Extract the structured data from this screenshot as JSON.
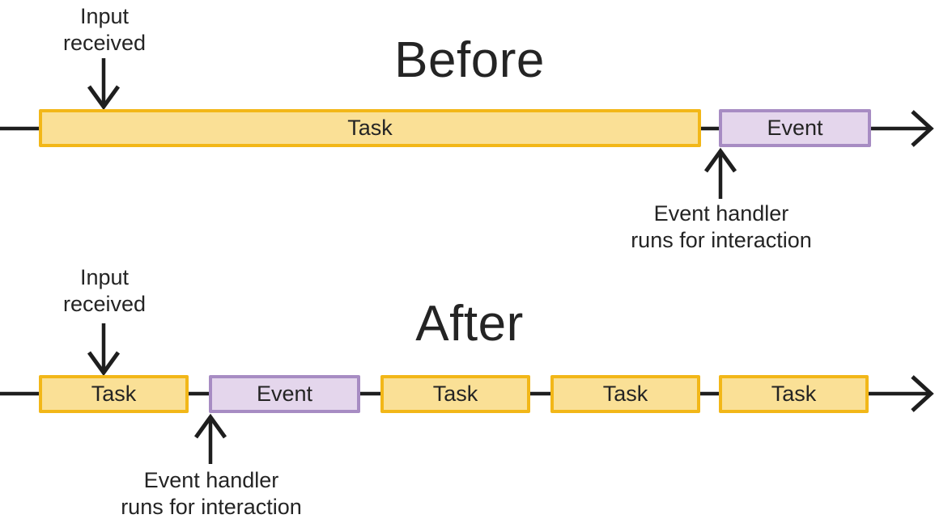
{
  "colors": {
    "task_fill": "#FAE096",
    "task_border": "#F2B718",
    "event_fill": "#E4D6EC",
    "event_border": "#A78CC3",
    "line_color": "#1E1E1E",
    "text_color": "#242424"
  },
  "before": {
    "title": "Before",
    "input_annotation": {
      "line1": "Input",
      "line2": "received"
    },
    "handler_annotation": {
      "line1": "Event handler",
      "line2": "runs for interaction"
    },
    "segments": [
      {
        "label": "Task",
        "type": "task"
      },
      {
        "label": "Event",
        "type": "event"
      }
    ]
  },
  "after": {
    "title": "After",
    "input_annotation": {
      "line1": "Input",
      "line2": "received"
    },
    "handler_annotation": {
      "line1": "Event handler",
      "line2": "runs for interaction"
    },
    "segments": [
      {
        "label": "Task",
        "type": "task"
      },
      {
        "label": "Event",
        "type": "event"
      },
      {
        "label": "Task",
        "type": "task"
      },
      {
        "label": "Task",
        "type": "task"
      },
      {
        "label": "Task",
        "type": "task"
      }
    ]
  }
}
